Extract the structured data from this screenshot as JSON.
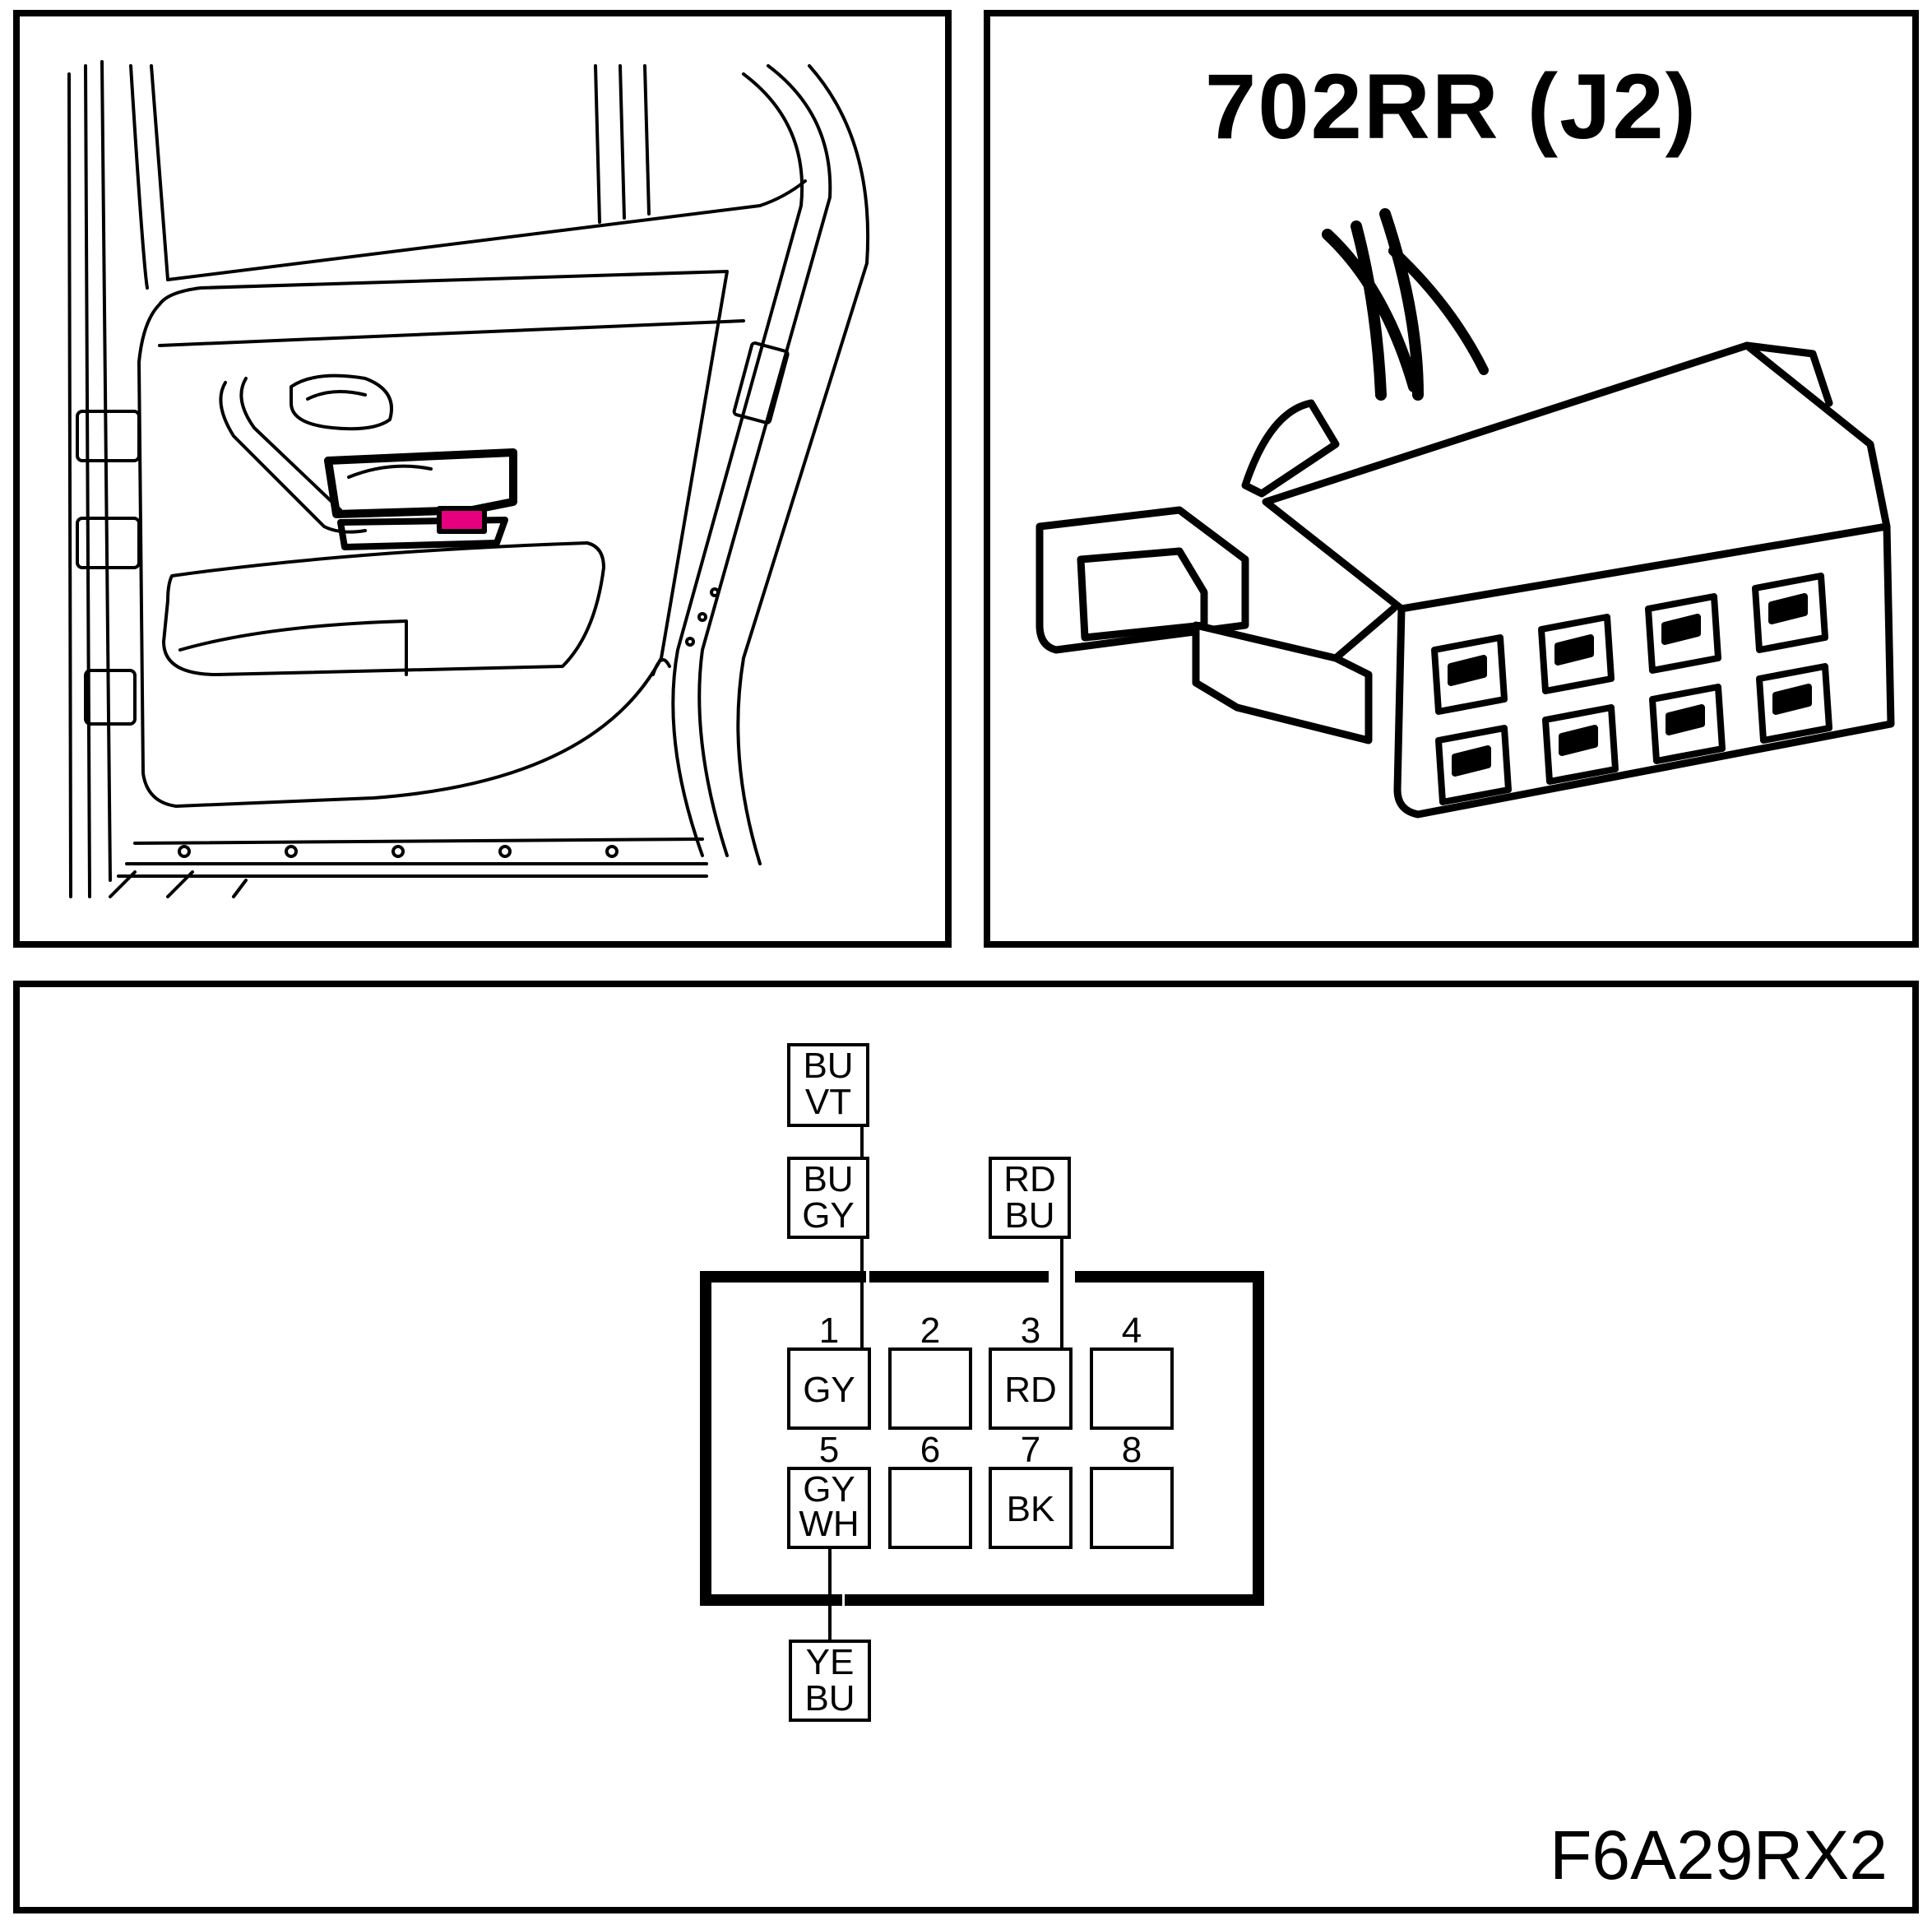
{
  "connector": {
    "title": "702RR (J2)",
    "highlight_color": "#e6007e"
  },
  "pins": [
    {
      "number": "1",
      "color": "GY"
    },
    {
      "number": "2",
      "color": ""
    },
    {
      "number": "3",
      "color": "RD"
    },
    {
      "number": "4",
      "color": ""
    },
    {
      "number": "5",
      "color": "GY\nWH"
    },
    {
      "number": "6",
      "color": ""
    },
    {
      "number": "7",
      "color": "BK"
    },
    {
      "number": "8",
      "color": ""
    }
  ],
  "wires": {
    "pin1_upper": "BU\nVT",
    "pin1_lower": "BU\nGY",
    "pin3": "RD\nBU",
    "pin5": "YE\nBU"
  },
  "figure_ref": "F6A29RX2"
}
